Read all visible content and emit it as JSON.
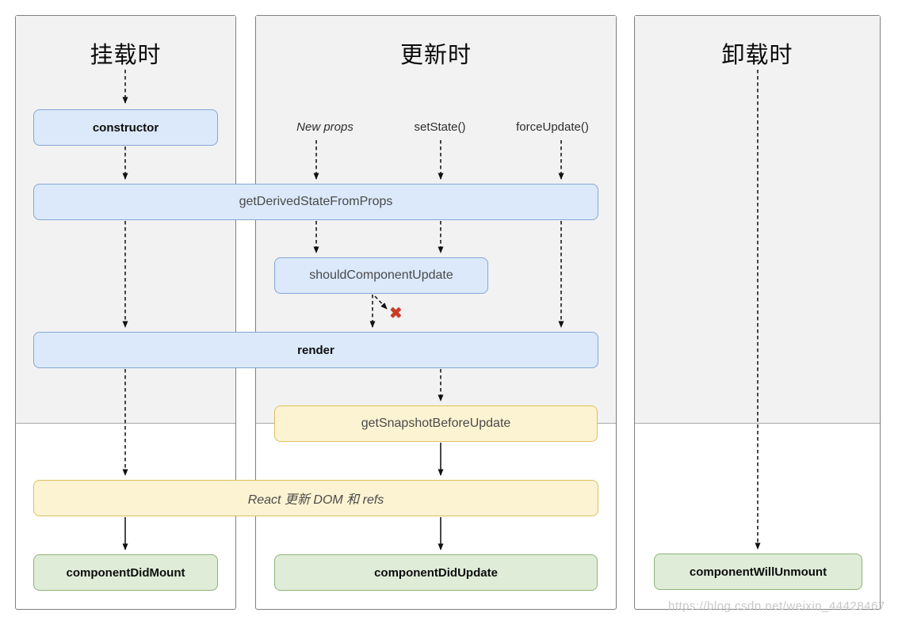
{
  "diagram": {
    "columns": [
      {
        "title": "挂载时"
      },
      {
        "title": "更新时"
      },
      {
        "title": "卸载时"
      }
    ],
    "triggers": {
      "new_props": "New props",
      "set_state": "setState()",
      "force_update": "forceUpdate()"
    },
    "boxes": {
      "constructor": "constructor",
      "get_derived_state_from_props": "getDerivedStateFromProps",
      "should_component_update": "shouldComponentUpdate",
      "render": "render",
      "get_snapshot_before_update": "getSnapshotBeforeUpdate",
      "react_updates_dom": "React 更新 DOM 和 refs",
      "component_did_mount": "componentDidMount",
      "component_did_update": "componentDidUpdate",
      "component_will_unmount": "componentWillUnmount"
    },
    "icons": {
      "abort_x": "✖"
    },
    "watermark": "https://blog.csdn.net/weixin_44428467",
    "colors": {
      "blue_fill": "#dbe9fa",
      "blue_border": "#84a7d8",
      "yellow_fill": "#fcf3d2",
      "yellow_border": "#dfc05f",
      "green_fill": "#dfecd8",
      "green_border": "#8fb377",
      "column_header_bg": "#f2f2f2",
      "abort_x_color": "#cc3a22"
    }
  }
}
